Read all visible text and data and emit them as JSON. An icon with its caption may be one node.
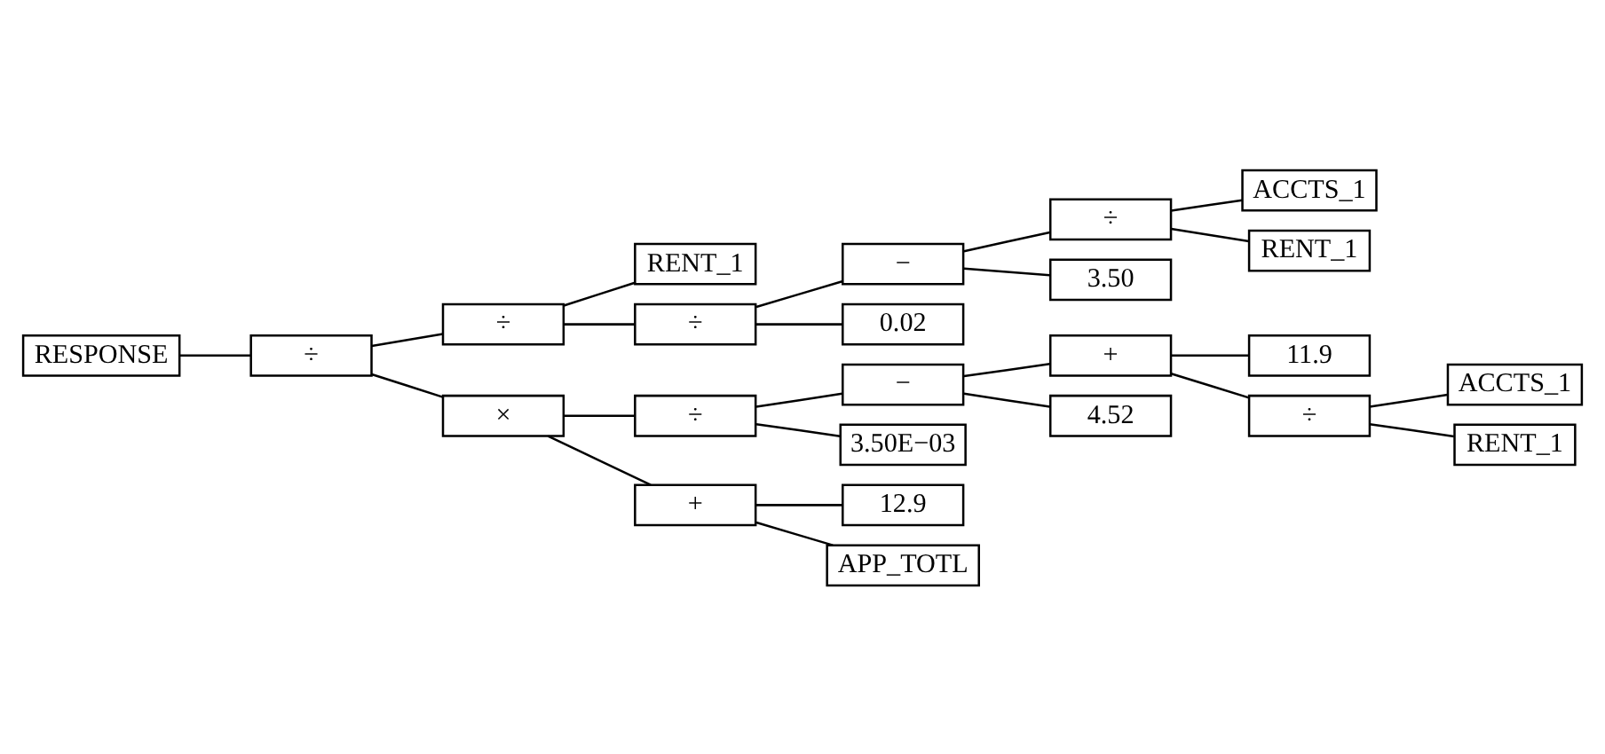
{
  "diagram": {
    "nodes": [
      {
        "text": [
          "RESPONSE"
        ]
      },
      {
        "text": [
          "÷"
        ]
      },
      {
        "text": [
          "÷"
        ]
      },
      {
        "text": [
          "RENT_1"
        ]
      },
      {
        "text": [
          "÷"
        ]
      },
      {
        "text": [
          "−"
        ]
      },
      {
        "text": [
          "÷"
        ]
      },
      {
        "text": [
          "ACCTS_1"
        ]
      },
      {
        "text": [
          "RENT_1"
        ]
      },
      {
        "text": [
          "3.50"
        ]
      },
      {
        "text": [
          "0.02"
        ]
      },
      {
        "text": [
          "×"
        ]
      },
      {
        "text": [
          "÷"
        ]
      },
      {
        "text": [
          "−"
        ]
      },
      {
        "text": [
          "+"
        ]
      },
      {
        "text": [
          "11.9"
        ]
      },
      {
        "text": [
          "÷"
        ]
      },
      {
        "text": [
          "ACCTS_1"
        ]
      },
      {
        "text": [
          "RENT_1"
        ]
      },
      {
        "text": [
          "4.52"
        ]
      },
      {
        "text": [
          "3.50E−03"
        ]
      },
      {
        "text": [
          "+"
        ]
      },
      {
        "text": [
          "12.9"
        ]
      },
      {
        "text": [
          "APP_TOTL"
        ]
      }
    ],
    "edges": [
      {
        "from": 0,
        "to": 1,
        "arrow": "none"
      },
      {
        "from": 1,
        "to": 2,
        "arrow": "none"
      },
      {
        "from": 1,
        "to": 11,
        "arrow": "none"
      },
      {
        "from": 2,
        "to": 3,
        "arrow": "none"
      },
      {
        "from": 2,
        "to": 4,
        "arrow": "none"
      },
      {
        "from": 4,
        "to": 5,
        "arrow": "none"
      },
      {
        "from": 4,
        "to": 10,
        "arrow": "none"
      },
      {
        "from": 5,
        "to": 6,
        "arrow": "none"
      },
      {
        "from": 5,
        "to": 9,
        "arrow": "none"
      },
      {
        "from": 6,
        "to": 7,
        "arrow": "none"
      },
      {
        "from": 6,
        "to": 8,
        "arrow": "none"
      },
      {
        "from": 11,
        "to": 12,
        "arrow": "none"
      },
      {
        "from": 11,
        "to": 21,
        "arrow": "none"
      },
      {
        "from": 12,
        "to": 13,
        "arrow": "none"
      },
      {
        "from": 12,
        "to": 20,
        "arrow": "none"
      },
      {
        "from": 13,
        "to": 14,
        "arrow": "none"
      },
      {
        "from": 13,
        "to": 19,
        "arrow": "none"
      },
      {
        "from": 14,
        "to": 15,
        "arrow": "none"
      },
      {
        "from": 14,
        "to": 16,
        "arrow": "none"
      },
      {
        "from": 16,
        "to": 17,
        "arrow": "none"
      },
      {
        "from": 16,
        "to": 18,
        "arrow": "none"
      },
      {
        "from": 21,
        "to": 22,
        "arrow": "none"
      },
      {
        "from": 21,
        "to": 23,
        "arrow": "none"
      }
    ]
  }
}
